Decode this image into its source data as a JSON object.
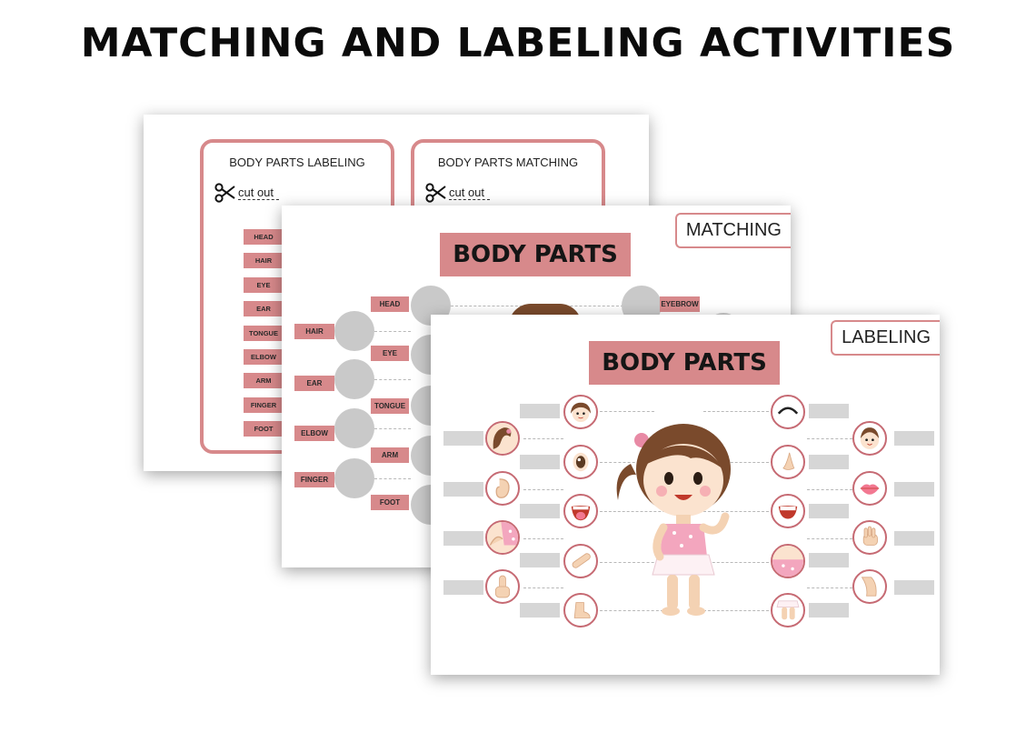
{
  "title": "MATCHING AND LABELING ACTIVITIES",
  "sheet_cutout": {
    "panels": [
      {
        "title": "BODY PARTS LABELING",
        "cut_label": "cut out"
      },
      {
        "title": "BODY PARTS MATCHING",
        "cut_label": "cut out"
      }
    ],
    "words": [
      "HEAD",
      "HAIR",
      "EYE",
      "EAR",
      "TONGUE",
      "ELBOW",
      "ARM",
      "FINGER",
      "FOOT"
    ]
  },
  "sheet_matching": {
    "tag": "MATCHING",
    "title": "BODY PARTS",
    "left_words": [
      "HAIR",
      "EAR",
      "ELBOW",
      "FINGER"
    ],
    "middle_words": [
      "HEAD",
      "EYE",
      "TONGUE",
      "ARM",
      "FOOT"
    ],
    "right_words": [
      "EYEBROW"
    ]
  },
  "sheet_labeling": {
    "tag": "LABELING",
    "title": "BODY PARTS",
    "left_pictures": [
      "hair-picture",
      "ear-picture",
      "elbow-picture",
      "finger-picture"
    ],
    "middle_left_pictures": [
      "head-picture",
      "eye-picture",
      "tongue-picture",
      "arm-picture",
      "foot-picture"
    ],
    "middle_right_pictures": [
      "eyebrow-picture",
      "nose-picture",
      "teeth-picture",
      "chest-picture",
      "leg-picture"
    ],
    "right_pictures": [
      "face-picture",
      "lips-picture",
      "hand-picture",
      "knee-picture"
    ]
  },
  "colors": {
    "accent_pink": "#d7898b",
    "circle_border": "#c66a73",
    "placeholder_gray": "#d6d6d6",
    "circle_gray": "#c9c9c9"
  }
}
